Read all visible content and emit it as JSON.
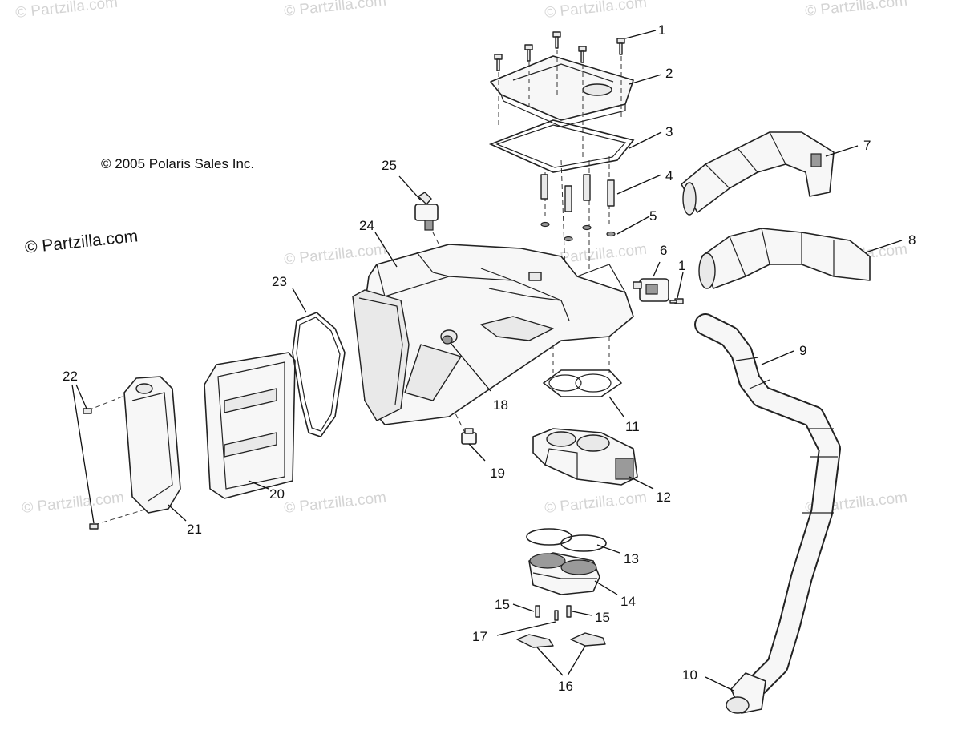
{
  "copyright": "© 2005 Polaris Sales Inc.",
  "site_mark": "© Partzilla.com",
  "watermark": "© Partzilla.com",
  "callouts": {
    "c1a": "1",
    "c2": "2",
    "c3": "3",
    "c4": "4",
    "c5": "5",
    "c6": "6",
    "c1b": "1",
    "c7": "7",
    "c8": "8",
    "c9": "9",
    "c10": "10",
    "c11": "11",
    "c12": "12",
    "c13": "13",
    "c14": "14",
    "c15a": "15",
    "c15b": "15",
    "c16": "16",
    "c17": "17",
    "c18": "18",
    "c19": "19",
    "c20": "20",
    "c21": "21",
    "c22": "22",
    "c23": "23",
    "c24": "24",
    "c25": "25"
  }
}
